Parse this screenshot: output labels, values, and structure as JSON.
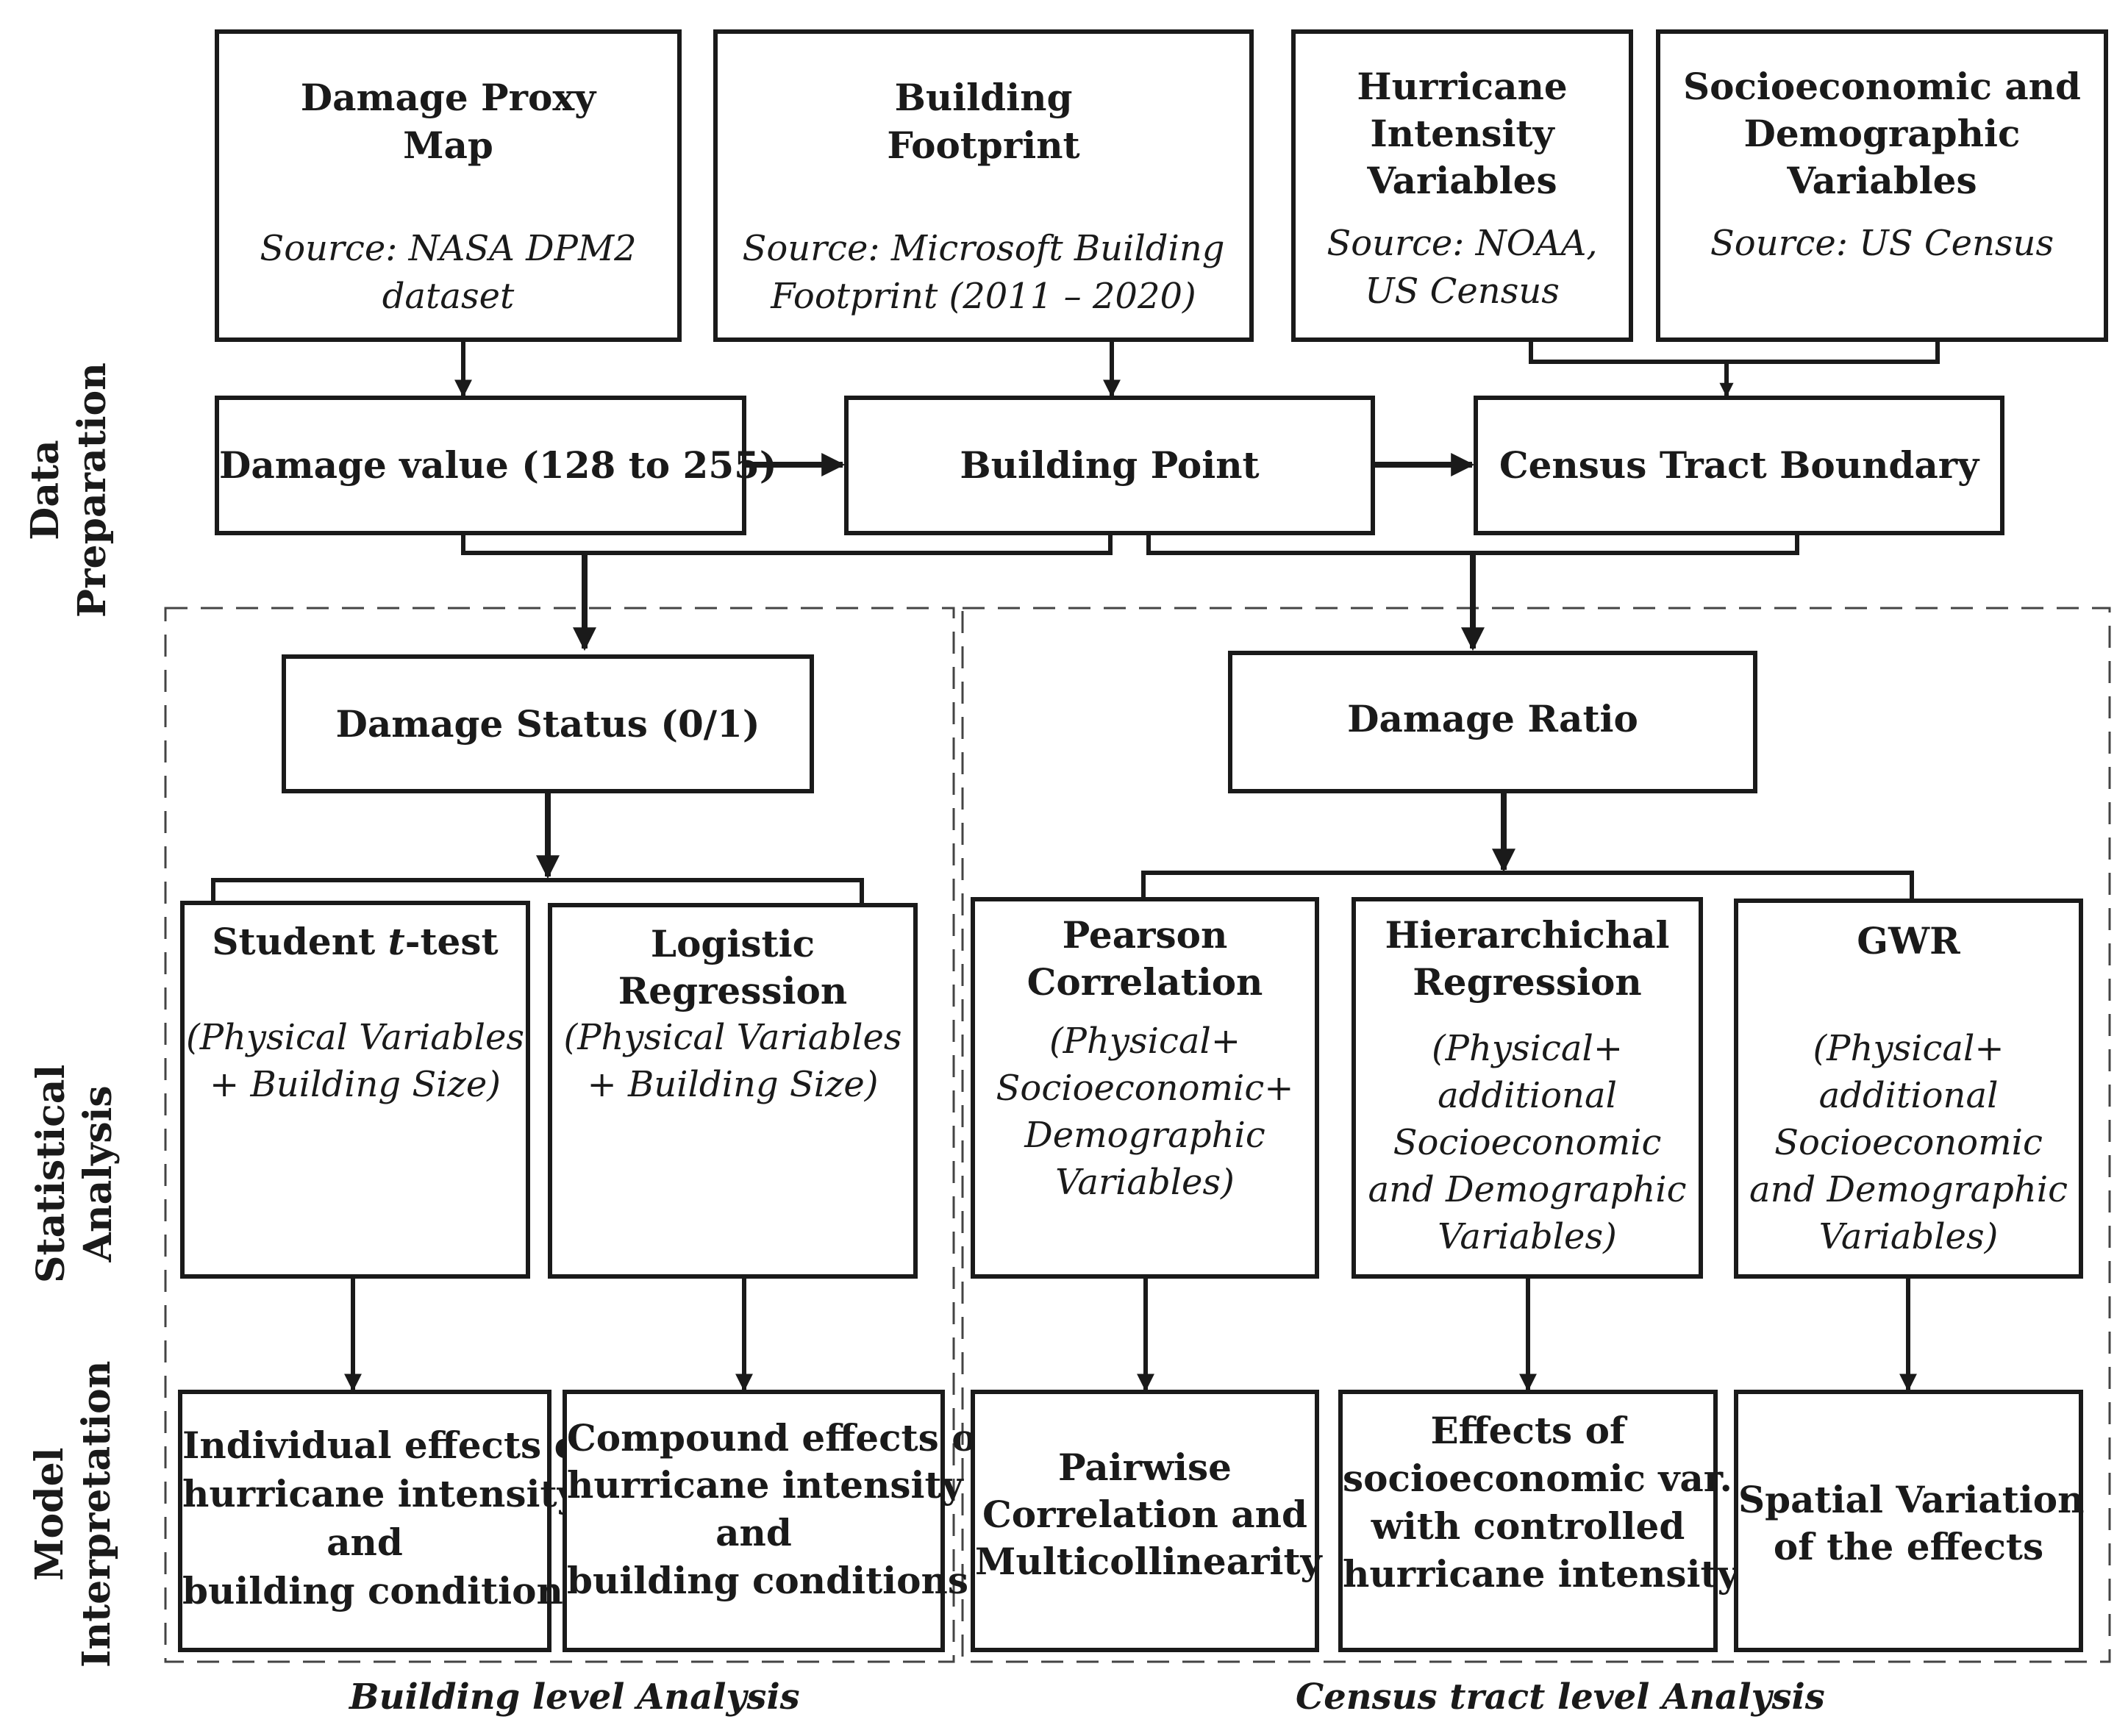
{
  "sections": {
    "data_prep": [
      "Data",
      "Preparation"
    ],
    "stat": [
      "Statistical",
      "Analysis"
    ],
    "model": [
      "Model",
      "Interpretation"
    ]
  },
  "sources": {
    "dpm": {
      "title": [
        "Damage Proxy",
        "Map"
      ],
      "src": [
        "Source: NASA DPM2",
        "dataset"
      ]
    },
    "bfp": {
      "title": [
        "Building",
        "Footprint"
      ],
      "src": [
        "Source: Microsoft Building",
        "Footprint  (2011 – 2020)"
      ]
    },
    "hiv": {
      "title": [
        "Hurricane",
        "Intensity",
        "Variables"
      ],
      "src": [
        "Source: NOAA,",
        "US Census"
      ]
    },
    "sdv": {
      "title": [
        "Socioeconomic and",
        "Demographic",
        "Variables"
      ],
      "src": [
        "Source: US Census"
      ]
    }
  },
  "prep": {
    "damage_value": "Damage value (128 to 255)",
    "building_point": "Building Point",
    "census_tract": "Census Tract Boundary"
  },
  "building_level": {
    "status": "Damage Status (0/1)",
    "ttest": {
      "title_a": "Student ",
      "title_t": "t",
      "title_b": "-test",
      "sub": [
        "(Physical Variables",
        "+ Building Size)"
      ]
    },
    "logit": {
      "title": [
        "Logistic",
        "Regression"
      ],
      "sub": [
        "(Physical Variables",
        "+ Building Size)"
      ]
    },
    "result_individual": [
      "Individual effects of",
      "hurricane intensity",
      "and",
      "building conditions"
    ],
    "result_compound": [
      "Compound effects of",
      "hurricane intensity",
      "and",
      "building conditions"
    ],
    "caption": "Building level Analysis"
  },
  "tract_level": {
    "ratio": "Damage Ratio",
    "pearson": {
      "title": [
        "Pearson",
        "Correlation"
      ],
      "sub": [
        "(Physical+",
        "Socioeconomic+",
        "Demographic",
        "Variables)"
      ]
    },
    "hier": {
      "title": [
        "Hierarchichal",
        "Regression"
      ],
      "sub": [
        "(Physical+",
        "additional",
        "Socioeconomic",
        "and Demographic",
        "Variables)"
      ]
    },
    "gwr": {
      "title": [
        "GWR"
      ],
      "sub": [
        "(Physical+",
        "additional",
        "Socioeconomic",
        "and Demographic",
        "Variables)"
      ]
    },
    "result_pairwise": [
      "Pairwise",
      "Correlation and",
      "Multicollinearity"
    ],
    "result_effects": [
      "Effects of",
      "socioeconomic var.",
      "with controlled",
      "hurricane intensity"
    ],
    "result_spatial": [
      "Spatial Variation",
      "of the effects"
    ],
    "caption": "Census tract level Analysis"
  }
}
